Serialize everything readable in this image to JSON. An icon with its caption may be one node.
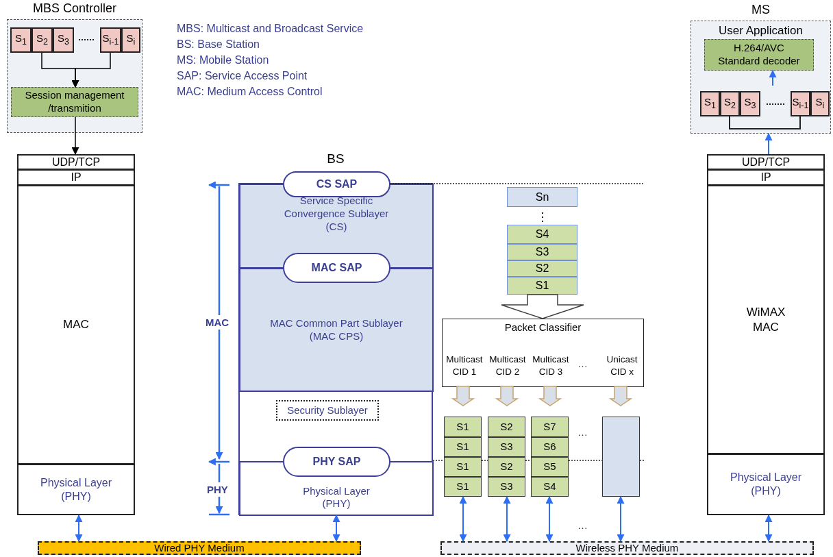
{
  "diagram": {
    "nodes": [
      {
        "text": [
          "MBS Controller"
        ]
      },
      {
        "text": [
          "S$_{1}$"
        ],
        "in": 0
      },
      {
        "text": [
          "S$_{2}$"
        ],
        "in": 0
      },
      {
        "text": [
          "S$_{3}$"
        ],
        "in": 0
      },
      {
        "text": [
          "S$_{i-1}$"
        ],
        "in": 0
      },
      {
        "text": [
          "S$_{i}$"
        ],
        "in": 0
      },
      {
        "text": [
          "Session management /transmition"
        ],
        "in": 0
      },
      {
        "text": [
          "MS",
          "User Application"
        ]
      },
      {
        "text": [
          "H.264/AVC Standard decoder"
        ],
        "in": 7
      },
      {
        "text": [
          "S$_{1}$"
        ],
        "in": 7
      },
      {
        "text": [
          "S$_{2}$"
        ],
        "in": 7
      },
      {
        "text": [
          "S$_{3}$"
        ],
        "in": 7
      },
      {
        "text": [
          "S$_{i-1}$"
        ],
        "in": 7
      },
      {
        "text": [
          "S$_{i}$"
        ],
        "in": 7
      },
      {
        "text": [
          "UDP/TCP"
        ]
      },
      {
        "text": [
          "IP"
        ]
      },
      {
        "text": [
          "MAC"
        ]
      },
      {
        "text": [
          "Physical Layer (PHY)"
        ]
      },
      {
        "text": [
          "BS"
        ]
      },
      {
        "text": [
          "CS SAP"
        ],
        "in": 18
      },
      {
        "text": [
          "Service Specific Convergence Sublayer (CS)"
        ],
        "in": 18
      },
      {
        "text": [
          "MAC SAP"
        ],
        "in": 18
      },
      {
        "text": [
          "MAC Common Part Sublayer (MAC CPS)"
        ],
        "in": 18
      },
      {
        "text": [
          "Security Sublayer"
        ],
        "in": 18
      },
      {
        "text": [
          "PHY SAP"
        ],
        "in": 18
      },
      {
        "text": [
          "Physical Layer (PHY)"
        ],
        "in": 18
      },
      {
        "text": [
          "Sn"
        ]
      },
      {
        "text": [
          "S4"
        ]
      },
      {
        "text": [
          "S3"
        ]
      },
      {
        "text": [
          "S2"
        ]
      },
      {
        "text": [
          "S1"
        ]
      },
      {
        "text": [
          "Packet Classifier"
        ]
      },
      {
        "text": [
          "Multicast CID 1"
        ],
        "in": 31
      },
      {
        "text": [
          "Multicast CID 2"
        ],
        "in": 31
      },
      {
        "text": [
          "Multicast CID 3"
        ],
        "in": 31
      },
      {
        "text": [
          "Unicast CID x"
        ],
        "in": 31
      },
      {
        "text": [
          "S1"
        ]
      },
      {
        "text": [
          "S1"
        ]
      },
      {
        "text": [
          "S1"
        ]
      },
      {
        "text": [
          "S1"
        ]
      },
      {
        "text": [
          "S2"
        ]
      },
      {
        "text": [
          "S3"
        ]
      },
      {
        "text": [
          "S2"
        ]
      },
      {
        "text": [
          "S3"
        ]
      },
      {
        "text": [
          "S7"
        ]
      },
      {
        "text": [
          "S6"
        ]
      },
      {
        "text": [
          "S5"
        ]
      },
      {
        "text": [
          "S4"
        ]
      },
      {
        "text": [],
        "shape": "box"
      },
      {
        "text": [
          "UDP/TCP"
        ]
      },
      {
        "text": [
          "IP"
        ]
      },
      {
        "text": [
          "WiMAX MAC"
        ]
      },
      {
        "text": [
          "Physical Layer (PHY)"
        ]
      },
      {
        "text": [
          "Wired PHY Medium"
        ]
      },
      {
        "text": [
          "Wireless PHY Medium"
        ]
      }
    ],
    "edges": [
      {
        "from": 2,
        "to": 6,
        "arrow": "to",
        "color": "#000000"
      },
      {
        "from": 4,
        "to": 6,
        "arrow": "to",
        "color": "#000000"
      },
      {
        "from": 6,
        "to": 14,
        "arrow": "to",
        "color": "#000000"
      },
      {
        "from": null,
        "to": 8,
        "arrow": "to"
      },
      {
        "from": 49,
        "to": 7,
        "arrow": "to"
      },
      {
        "from": 30,
        "to": 31,
        "arrow": "to",
        "style": "thick",
        "color": "#404040"
      },
      {
        "from": 32,
        "to": 36,
        "arrow": "to",
        "style": "thick",
        "color": "#c8a46e"
      },
      {
        "from": 33,
        "to": 40,
        "arrow": "to",
        "style": "thick",
        "color": "#c8a46e"
      },
      {
        "from": 34,
        "to": 44,
        "arrow": "to",
        "style": "thick",
        "color": "#c8a46e"
      },
      {
        "from": 35,
        "to": 48,
        "arrow": "to",
        "style": "thick",
        "color": "#c8a46e"
      },
      {
        "from": 17,
        "to": 53,
        "arrow": "both"
      },
      {
        "from": 25,
        "to": 53,
        "arrow": "both"
      },
      {
        "from": 39,
        "to": 54,
        "arrow": "both"
      },
      {
        "from": 43,
        "to": 54,
        "arrow": "both"
      },
      {
        "from": 47,
        "to": 54,
        "arrow": "both"
      },
      {
        "from": 48,
        "to": 54,
        "arrow": "both"
      },
      {
        "from": 52,
        "to": 54,
        "arrow": "both"
      }
    ],
    "labels": [
      "MBS: Multicast and Broadcast Service",
      "BS: Base Station",
      "MS: Mobile Station",
      "SAP: Service Access Point",
      "MAC: Medium Access Control",
      "MAC",
      "PHY",
      "…",
      "…",
      "…"
    ]
  }
}
